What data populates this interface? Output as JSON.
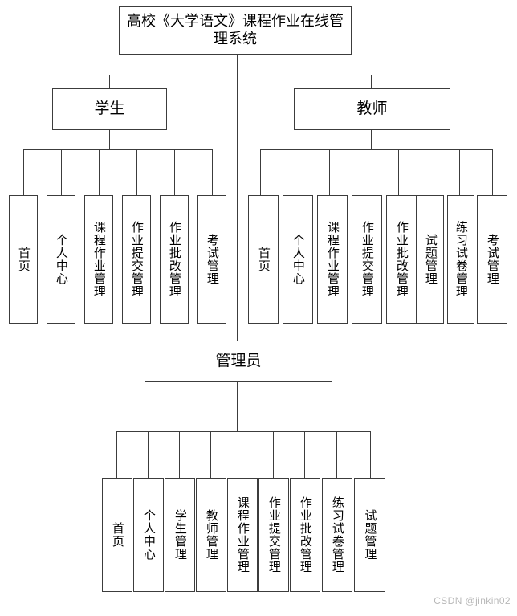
{
  "diagram": {
    "type": "org-tree",
    "title": "高校《大学语文》课程作业在线管理系统",
    "roles": [
      {
        "id": "student",
        "label": "学生",
        "children": [
          "首页",
          "个人中心",
          "课程作业管理",
          "作业提交管理",
          "作业批改管理",
          "考试管理"
        ]
      },
      {
        "id": "teacher",
        "label": "教师",
        "children": [
          "首页",
          "个人中心",
          "课程作业管理",
          "作业提交管理",
          "作业批改管理",
          "试题管理",
          "练习试卷管理",
          "考试管理"
        ]
      },
      {
        "id": "admin",
        "label": "管理员",
        "children": [
          "首页",
          "个人中心",
          "学生管理",
          "教师管理",
          "课程作业管理",
          "作业提交管理",
          "作业批改管理",
          "练习试卷管理",
          "试题管理"
        ]
      }
    ]
  },
  "watermark": {
    "text": "CSDN @jinkin02"
  },
  "colors": {
    "stroke": "#3c3c3c",
    "background": "#ffffff",
    "text": "#000000",
    "watermark": "#b9b9b9"
  },
  "layout": {
    "student_leaf_x": [
      11,
      58,
      105,
      152,
      199,
      246
    ],
    "student_leaf_w": 36,
    "teacher_leaf_x": [
      309,
      352,
      395,
      438,
      481,
      519,
      557,
      594
    ],
    "teacher_leaf_w": 38,
    "admin_leaf_x": [
      127,
      166,
      205,
      244,
      283,
      322,
      361,
      401,
      441
    ],
    "admin_leaf_w": 38
  }
}
